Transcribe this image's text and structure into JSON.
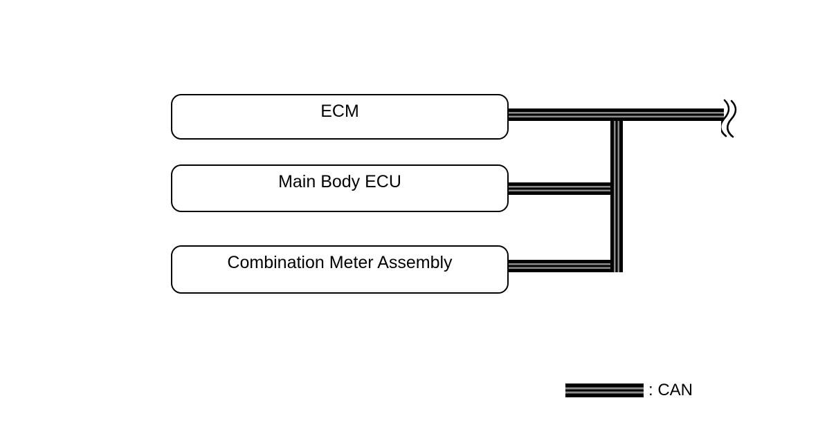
{
  "page": {
    "background": "#ffffff"
  },
  "diagram": {
    "type": "communication-bus",
    "nodes": [
      {
        "id": "ecm",
        "label": "ECM"
      },
      {
        "id": "main-body-ecu",
        "label": "Main Body ECU"
      },
      {
        "id": "combination-meter-assembly",
        "label": "Combination Meter Assembly"
      }
    ],
    "bus": {
      "name": "CAN",
      "continues_offscreen": true
    },
    "connections": [
      {
        "from": "ECM",
        "to": "CAN bus"
      },
      {
        "from": "Main Body ECU",
        "to": "CAN bus"
      },
      {
        "from": "Combination Meter Assembly",
        "to": "CAN bus"
      }
    ]
  },
  "legend": {
    "label": ": CAN"
  },
  "colors": {
    "line": "#000000",
    "stripe": "#8c8c8c",
    "background": "#ffffff",
    "text": "#000000"
  }
}
